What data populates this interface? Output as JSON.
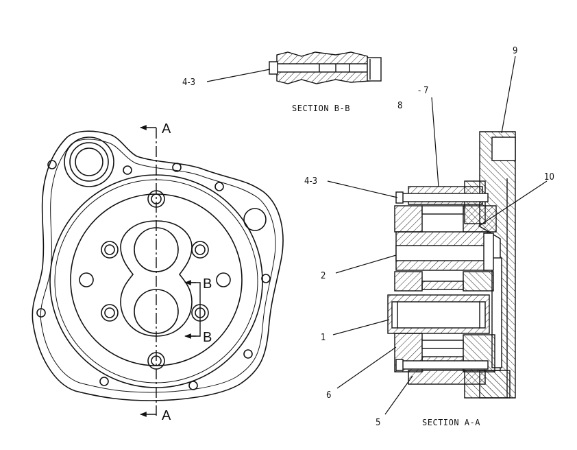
{
  "section_bb": {
    "caption": "SECTION B-B",
    "callouts": [
      {
        "id": "bb-4-3",
        "text": "4-3"
      }
    ]
  },
  "section_aa": {
    "caption": "SECTION A-A",
    "callouts": [
      {
        "id": "aa-9",
        "text": "9"
      },
      {
        "id": "aa-8",
        "text": "8"
      },
      {
        "id": "aa-7",
        "text": "7"
      },
      {
        "id": "aa-4-3",
        "text": "4-3"
      },
      {
        "id": "aa-10",
        "text": "10"
      },
      {
        "id": "aa-2",
        "text": "2"
      },
      {
        "id": "aa-1",
        "text": "1"
      },
      {
        "id": "aa-6",
        "text": "6"
      },
      {
        "id": "aa-5",
        "text": "5"
      }
    ]
  },
  "plan_view": {
    "section_markers": [
      {
        "id": "a-top",
        "text": "A"
      },
      {
        "id": "a-bottom",
        "text": "A"
      },
      {
        "id": "b-top",
        "text": "B"
      },
      {
        "id": "b-bottom",
        "text": "B"
      }
    ]
  }
}
